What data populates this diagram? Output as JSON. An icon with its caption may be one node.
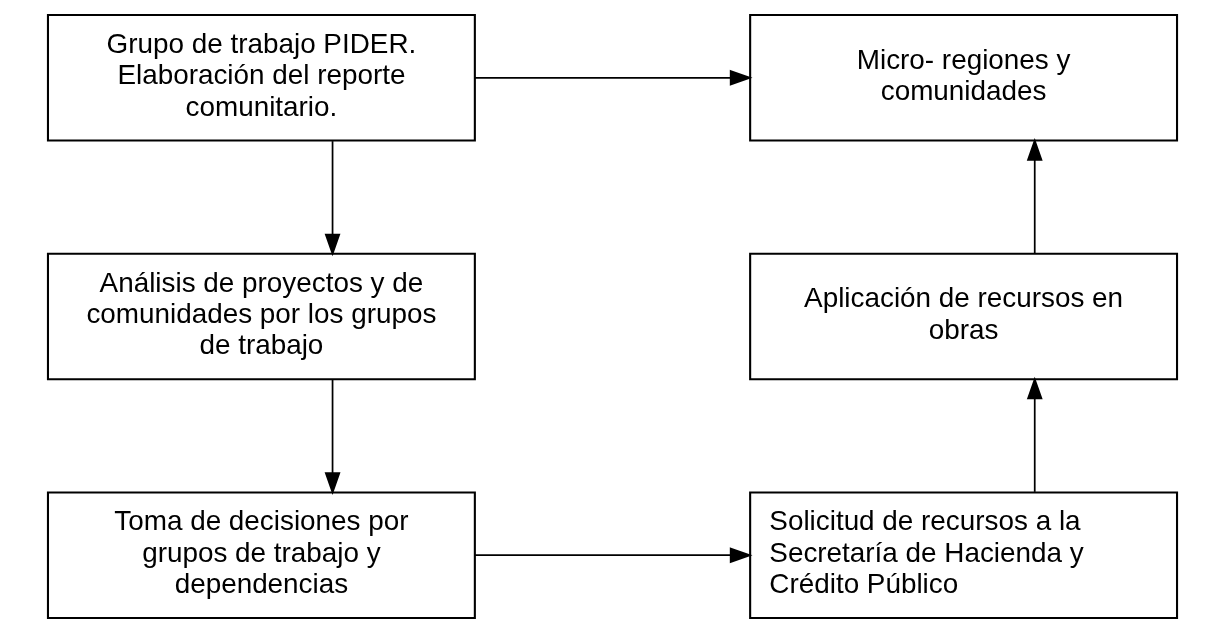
{
  "diagram": {
    "nodes": [
      {
        "text": [
          "Grupo de trabajo PIDER. Elaboración del reporte comunitario."
        ]
      },
      {
        "text": [
          "Micro- regiones y comunidades"
        ]
      },
      {
        "text": [
          "Análisis de proyectos y de comunidades por los grupos de trabajo"
        ]
      },
      {
        "text": [
          "Aplicación de recursos en obras"
        ]
      },
      {
        "text": [
          "Toma de decisiones por grupos de trabajo y dependencias"
        ]
      },
      {
        "text": [
          "Solicitud de recursos a la Secretaría de Hacienda y Crédito Público"
        ]
      }
    ],
    "edges": [
      {
        "from": 0,
        "to": 1,
        "arrow": "to"
      },
      {
        "from": 0,
        "to": 2,
        "arrow": "to"
      },
      {
        "from": 2,
        "to": 4,
        "arrow": "to"
      },
      {
        "from": 4,
        "to": 5,
        "arrow": "to"
      },
      {
        "from": 5,
        "to": 3,
        "arrow": "to"
      },
      {
        "from": 3,
        "to": 1,
        "arrow": "to"
      }
    ]
  }
}
